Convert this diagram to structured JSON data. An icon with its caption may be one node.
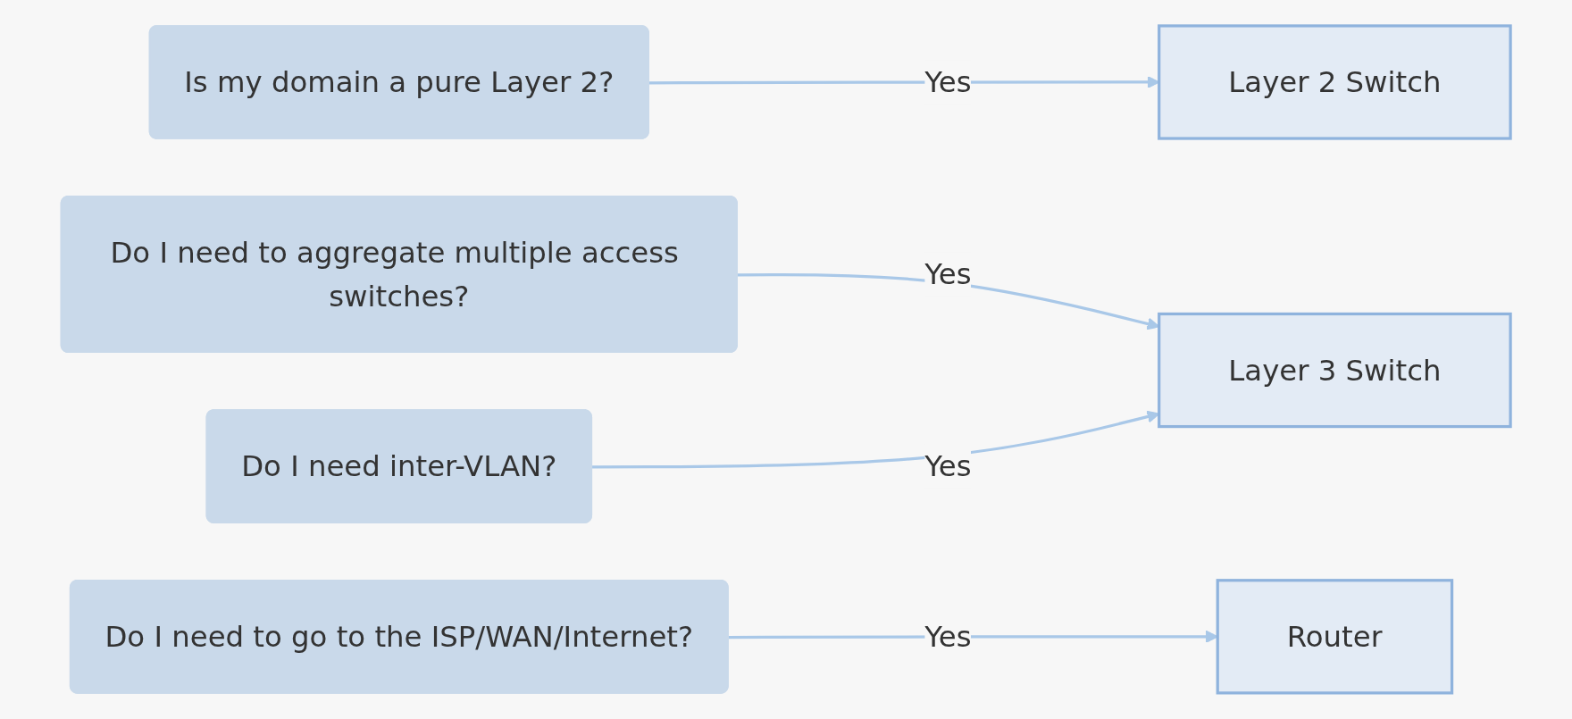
{
  "diagram": {
    "nodes": [
      {
        "text": [
          "Is my domain a pure Layer 2?"
        ]
      },
      {
        "text": [
          "Do I need to aggregate multiple access switches?"
        ]
      },
      {
        "text": [
          "Do I need inter-VLAN?"
        ]
      },
      {
        "text": [
          "Do I need to go to the ISP/WAN/Internet?"
        ]
      },
      {
        "text": [
          "Layer 2 Switch"
        ]
      },
      {
        "text": [
          "Layer 3 Switch"
        ]
      },
      {
        "text": [
          "Router"
        ]
      }
    ],
    "edges": [
      {
        "from": 0,
        "to": 4,
        "arrow": "to",
        "label": "Yes"
      },
      {
        "from": 1,
        "to": 5,
        "arrow": "to",
        "label": "Yes"
      },
      {
        "from": 2,
        "to": 5,
        "arrow": "to",
        "label": "Yes"
      },
      {
        "from": 3,
        "to": 6,
        "arrow": "to",
        "label": "Yes"
      }
    ]
  }
}
